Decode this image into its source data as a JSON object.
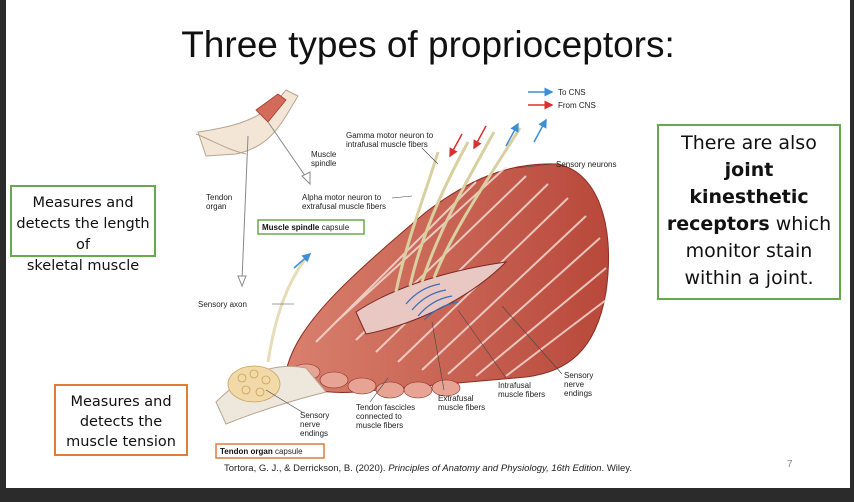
{
  "slide": {
    "title": "Three types of proprioceptors:",
    "page_number": "7",
    "citation": {
      "authors": "Tortora, G. J., & Derrickson, B. (2020). ",
      "book": "Principles of Anatomy and Physiology, 16th Edition",
      "publisher": ". Wiley."
    }
  },
  "callouts": {
    "spindle_lines": [
      "Measures and",
      "detects the length of",
      "skeletal muscle"
    ],
    "tendon_lines": [
      "Measures and",
      "detects the",
      "muscle tension"
    ],
    "joint": {
      "l1": "There are also",
      "l2": "joint",
      "l3": "kinesthetic",
      "l4a": "receptors",
      "l4b": " which",
      "l5": "monitor stain",
      "l6": "within a joint."
    }
  },
  "figure": {
    "legend": {
      "to_cns": "To CNS",
      "from_cns": "From CNS"
    },
    "labels": {
      "gamma1": "Gamma motor neuron to",
      "gamma2": "intrafusal muscle fibers",
      "spindle1": "Muscle",
      "spindle2": "spindle",
      "tendon_organ1": "Tendon",
      "tendon_organ2": "organ",
      "alpha1": "Alpha motor neuron to",
      "alpha2": "extrafusal muscle fibers",
      "spindle_caps_b": "Muscle spindle",
      "spindle_caps_r": " capsule",
      "sensory_neurons": "Sensory neurons",
      "sensory_axon": "Sensory axon",
      "sne_right1": "Sensory",
      "sne_right2": "nerve",
      "sne_right3": "endings",
      "intrafusal1": "Intrafusal",
      "intrafusal2": "muscle fibers",
      "extrafusal1": "Extrafusal",
      "extrafusal2": "muscle fibers",
      "fascicles1": "Tendon fascicles",
      "fascicles2": "connected to",
      "fascicles3": "muscle fibers",
      "sne_left1": "Sensory",
      "sne_left2": "nerve",
      "sne_left3": "endings",
      "to_caps_b": "Tendon organ",
      "to_caps_r": " capsule"
    },
    "colors": {
      "muscle": "#c85a48",
      "muscle_dark": "#a33d30",
      "to_cns": "#3a8fd6",
      "from_cns": "#d93030",
      "green_box": "#6aa84f",
      "orange_box": "#e07b39"
    }
  }
}
